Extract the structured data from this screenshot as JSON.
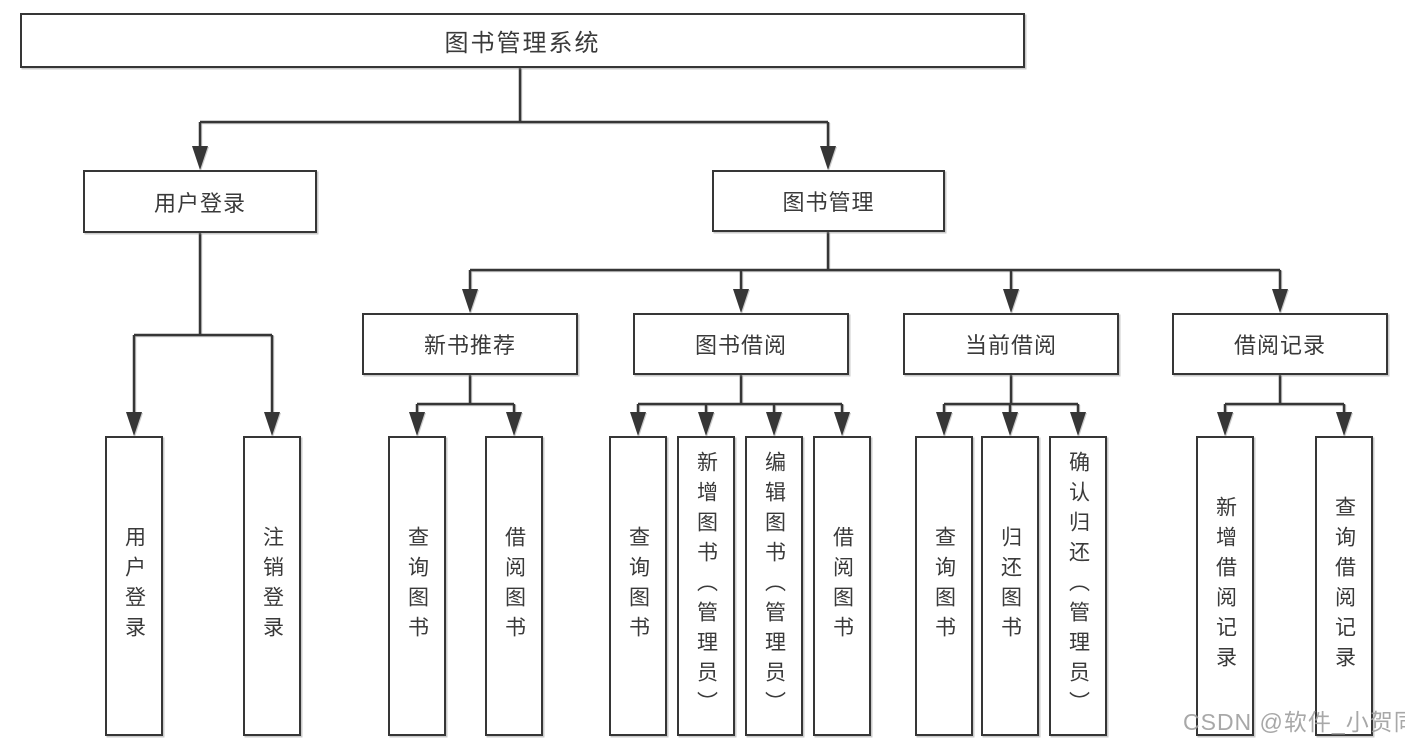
{
  "diagram": {
    "title": "图书管理系统",
    "nodes": {
      "root": {
        "label": "图书管理系统"
      },
      "user_login": {
        "label": "用户登录"
      },
      "book_mgmt": {
        "label": "图书管理"
      },
      "new_book_rec": {
        "label": "新书推荐"
      },
      "book_borrow": {
        "label": "图书借阅"
      },
      "current_borrow": {
        "label": "当前借阅"
      },
      "borrow_record": {
        "label": "借阅记录"
      },
      "leaf_user_login": {
        "label": "用户登录"
      },
      "leaf_logout": {
        "label": "注销登录"
      },
      "leaf_nb_query": {
        "label": "查询图书"
      },
      "leaf_nb_borrow": {
        "label": "借阅图书"
      },
      "leaf_bb_query": {
        "label": "查询图书"
      },
      "leaf_bb_add": {
        "label": "新增图书（管理员）"
      },
      "leaf_bb_edit": {
        "label": "编辑图书（管理员）"
      },
      "leaf_bb_borrow": {
        "label": "借阅图书"
      },
      "leaf_cb_query": {
        "label": "查询图书"
      },
      "leaf_cb_return": {
        "label": "归还图书"
      },
      "leaf_cb_confirm": {
        "label": "确认归还（管理员）"
      },
      "leaf_br_add": {
        "label": "新增借阅记录"
      },
      "leaf_br_query": {
        "label": "查询借阅记录"
      }
    },
    "edges": [
      "图书管理系统→用户登录",
      "图书管理系统→图书管理",
      "用户登录→用户登录",
      "用户登录→注销登录",
      "图书管理→新书推荐",
      "图书管理→图书借阅",
      "图书管理→当前借阅",
      "图书管理→借阅记录",
      "新书推荐→查询图书",
      "新书推荐→借阅图书",
      "图书借阅→查询图书",
      "图书借阅→新增图书（管理员）",
      "图书借阅→编辑图书（管理员）",
      "图书借阅→借阅图书",
      "当前借阅→查询图书",
      "当前借阅→归还图书",
      "当前借阅→确认归还（管理员）",
      "借阅记录→新增借阅记录",
      "借阅记录→查询借阅记录"
    ],
    "colors": {
      "line": "#363636",
      "box_border": "#363636",
      "box_fill": "#ffffff",
      "text": "#3a3a3a",
      "watermark": "#9e9e9e",
      "background": "#ffffff"
    }
  },
  "watermark": {
    "text": "CSDN @软件_小贺同学"
  }
}
